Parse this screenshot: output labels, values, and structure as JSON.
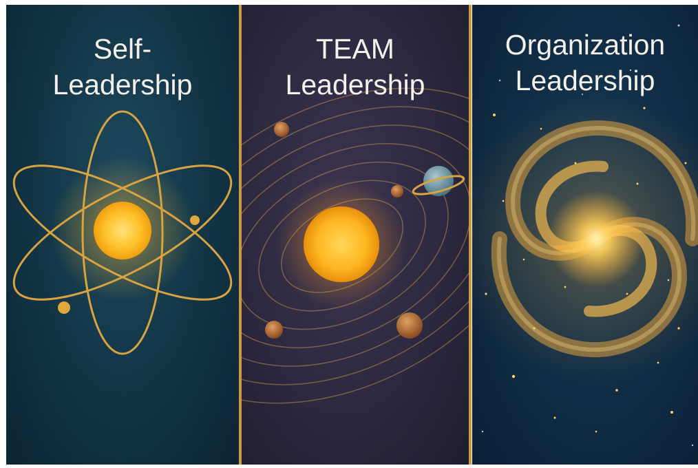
{
  "panels": [
    {
      "title_line1": "Self-",
      "title_line2": "Leadership",
      "illustration": "atom-icon"
    },
    {
      "title_line1": "TEAM",
      "title_line2": "Leadership",
      "illustration": "solar-system-icon"
    },
    {
      "title_line1": "Organization",
      "title_line2": "Leadership",
      "illustration": "spiral-galaxy-icon"
    }
  ],
  "colors": {
    "accent_gold": "#d09a3c",
    "orbit_gold": "#d9a440",
    "sun_core": "#ffd24a",
    "panel1_bg": "#123445",
    "panel2_bg": "#2c2940",
    "panel3_bg": "#102c44",
    "title_text": "#f4f1ea"
  }
}
